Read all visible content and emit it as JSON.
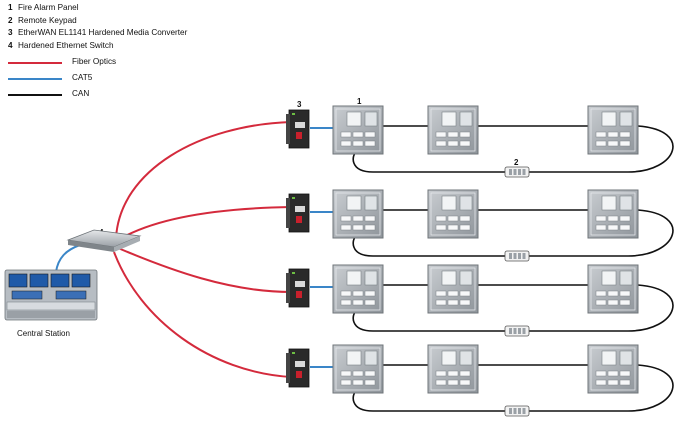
{
  "legend": {
    "items": [
      {
        "num": "1",
        "label": "Fire Alarm Panel"
      },
      {
        "num": "2",
        "label": "Remote Keypad"
      },
      {
        "num": "3",
        "label": "EtherWAN EL1141 Hardened Media Converter"
      },
      {
        "num": "4",
        "label": "Hardened Ethernet Switch"
      }
    ],
    "lines": [
      {
        "label": "Fiber Optics",
        "color": "#d42a3c"
      },
      {
        "label": "CAT5",
        "color": "#3a86c8"
      },
      {
        "label": "CAN",
        "color": "#111111"
      }
    ]
  },
  "callouts": {
    "panel": "1",
    "keypad": "2",
    "converter": "3",
    "switch": "4"
  },
  "station": {
    "label": "Central Station"
  },
  "colors": {
    "fiber": "#d42a3c",
    "cat5": "#3a86c8",
    "can": "#111111",
    "panel_body": "#9aa0a6",
    "converter": "#2a2a2a"
  }
}
